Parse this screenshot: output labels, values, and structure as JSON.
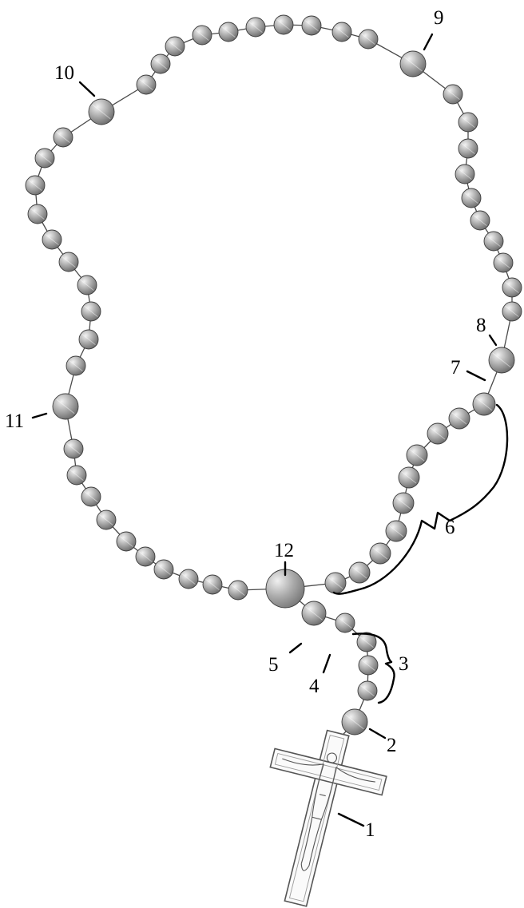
{
  "diagram": {
    "subject": "rosary",
    "callouts": [
      {
        "id": "1",
        "text": "1"
      },
      {
        "id": "2",
        "text": "2"
      },
      {
        "id": "3",
        "text": "3"
      },
      {
        "id": "4",
        "text": "4"
      },
      {
        "id": "5",
        "text": "5"
      },
      {
        "id": "6",
        "text": "6"
      },
      {
        "id": "7",
        "text": "7"
      },
      {
        "id": "8",
        "text": "8"
      },
      {
        "id": "9",
        "text": "9"
      },
      {
        "id": "10",
        "text": "10"
      },
      {
        "id": "11",
        "text": "11"
      },
      {
        "id": "12",
        "text": "12"
      }
    ]
  },
  "colors": {
    "bead_fill_light": "#e6e6e6",
    "bead_fill_mid": "#a8a8a8",
    "bead_fill_dark": "#6e6e6e",
    "chain": "#4a4a4a",
    "cross_fill": "#fafafa",
    "cross_stroke": "#555555",
    "label": "#000000"
  }
}
